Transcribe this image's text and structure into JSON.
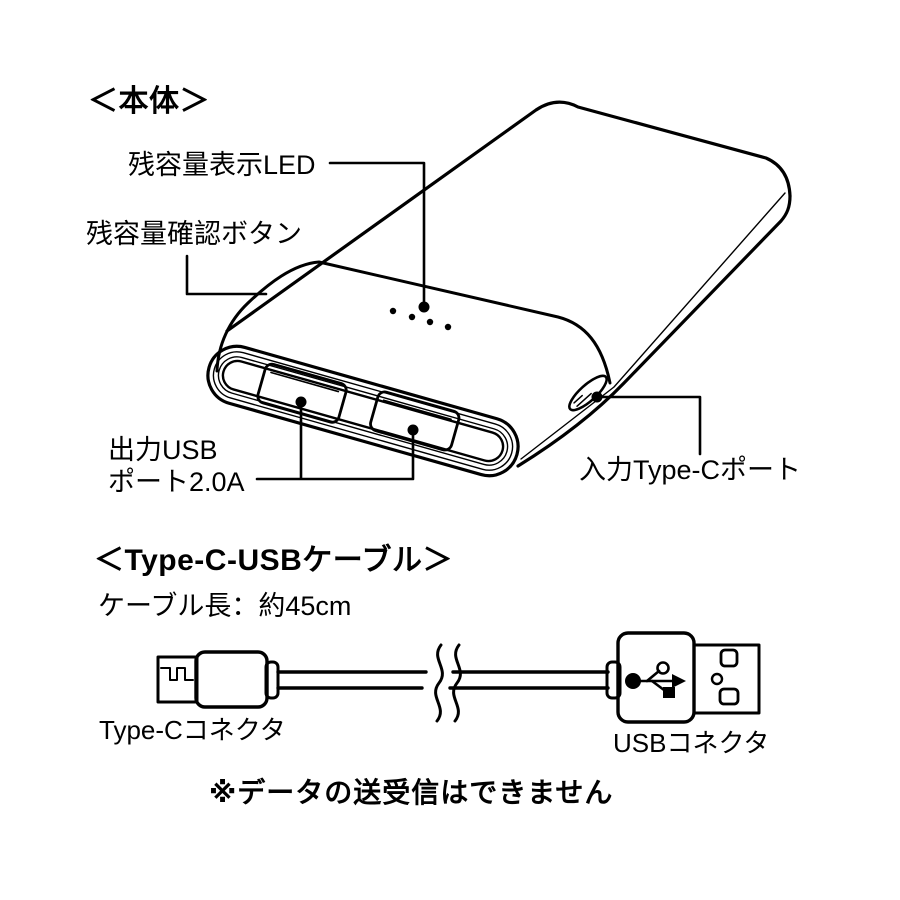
{
  "colors": {
    "ink": "#000000",
    "background": "#ffffff"
  },
  "main_unit_section": {
    "heading": "＜本体＞",
    "led_label": "残容量表示LED",
    "button_label": "残容量確認ボタン",
    "output_usb_label_line1": "出力USB",
    "output_usb_label_line2": "ポート2.0A",
    "input_typec_label": "入力Type-Cポート",
    "led_dot_count": 4,
    "usb_port_count": 2
  },
  "cable_section": {
    "heading": "＜Type-C-USBケーブル＞",
    "cable_length_label": "ケーブル長：約45cm",
    "typec_connector_label": "Type-Cコネクタ",
    "usb_connector_label": "USBコネクタ"
  },
  "footnote": "※データの送受信はできません"
}
